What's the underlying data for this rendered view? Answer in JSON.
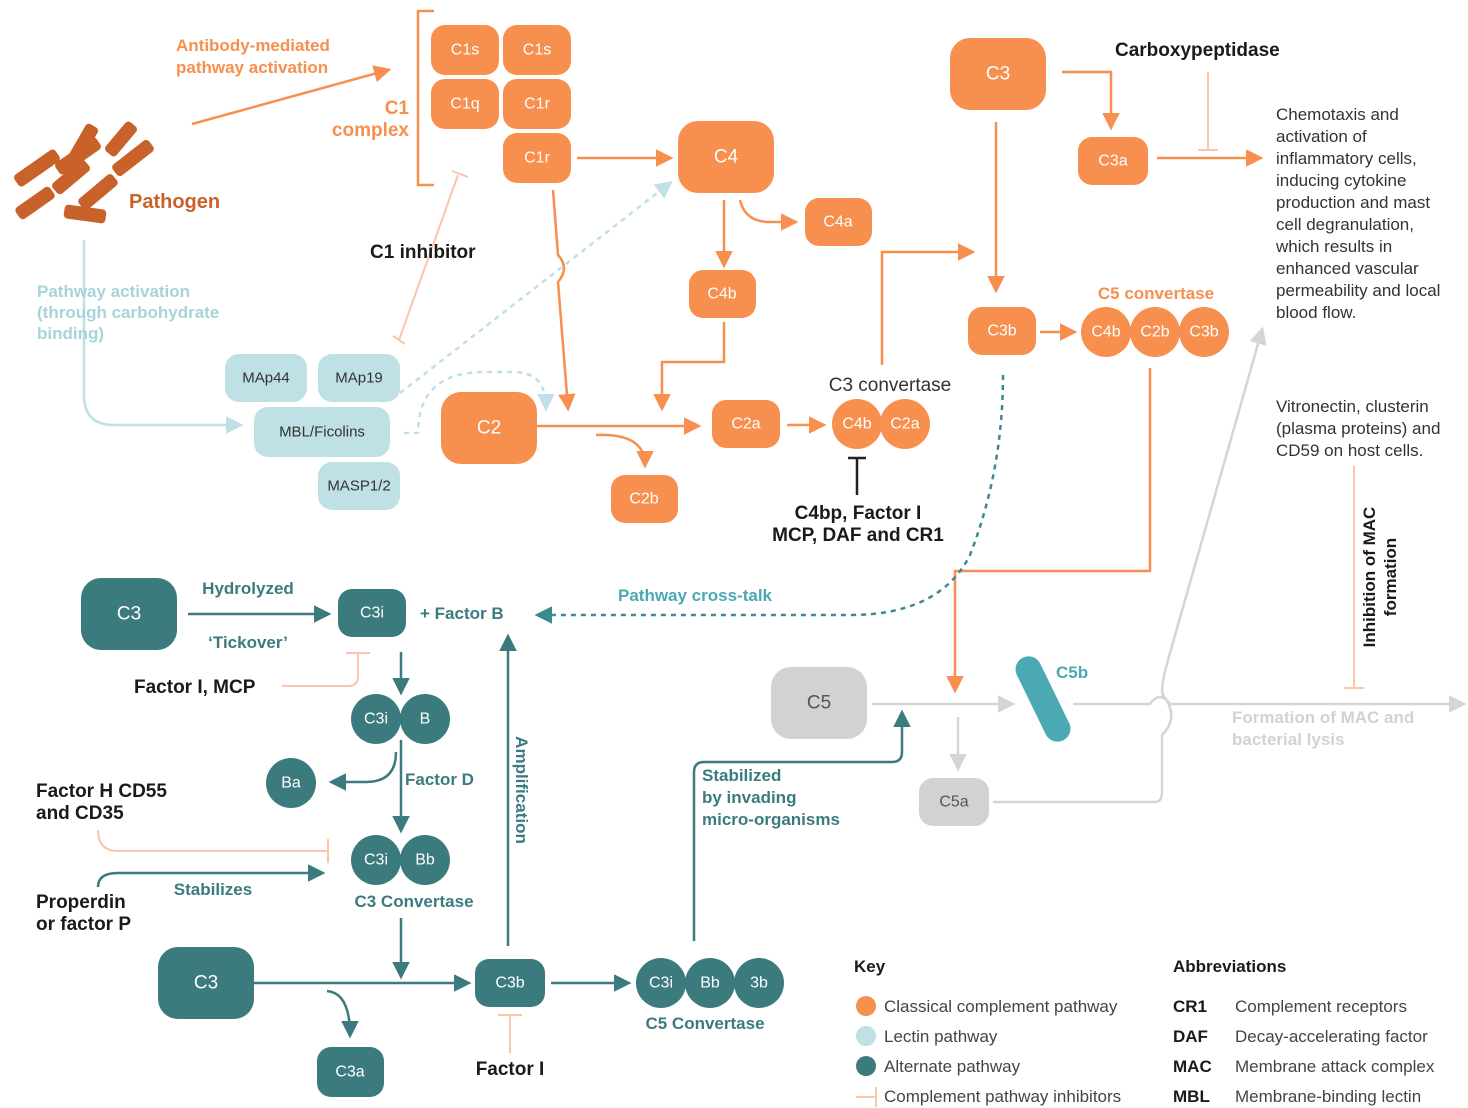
{
  "classical": {
    "antibody_line1": "Antibody-mediated",
    "antibody_line2": "pathway activation",
    "c1_complex_line1": "C1",
    "c1_complex_line2": "complex",
    "c1s_a": "C1s",
    "c1s_b": "C1s",
    "c1q": "C1q",
    "c1r_a": "C1r",
    "c1r_b": "C1r",
    "pathogen": "Pathogen",
    "c1_inhibitor": "C1 inhibitor",
    "c4": "C4",
    "c4a": "C4a",
    "c4b": "C4b",
    "c2": "C2",
    "c2a": "C2a",
    "c2b": "C2b",
    "c3_convertase_title": "C3 convertase",
    "c3conv_c4b": "C4b",
    "c3conv_c2a": "C2a",
    "c4bp_line1": "C4bp, Factor I",
    "c4bp_line2": "MCP, DAF and CR1",
    "c3": "C3",
    "c3a": "C3a",
    "c3b": "C3b",
    "carboxypeptidase": "Carboxypeptidase",
    "c5_convertase_title": "C5 convertase",
    "c5conv_c4b": "C4b",
    "c5conv_c2b": "C2b",
    "c5conv_c3b": "C3b"
  },
  "lectin": {
    "activation_line1": "Pathway activation",
    "activation_line2": "(through carbohydrate",
    "activation_line3": "binding)",
    "map44": "MAp44",
    "map19": "MAp19",
    "mbl": "MBL/Ficolins",
    "masp": "MASP1/2"
  },
  "effects": {
    "chemotaxis": [
      "Chemotaxis and",
      "activation of",
      "inflammatory cells,",
      "inducing cytokine",
      "production and mast",
      "cell degranulation,",
      "which results in",
      "enhanced vascular",
      "permeability and local",
      "blood flow."
    ],
    "vitronectin": [
      "Vitronectin, clusterin",
      "(plasma proteins) and",
      "CD59 on host cells."
    ],
    "inhibition_mac_line1": "Inhibition of MAC",
    "inhibition_mac_line2": "formation",
    "formation_line1": "Formation of MAC and",
    "formation_line2": "bacterial lysis"
  },
  "terminal": {
    "c5": "C5",
    "c5a": "C5a",
    "c5b": "C5b"
  },
  "alternate": {
    "c3_top": "C3",
    "hydrolyzed": "Hydrolyzed",
    "tickover": "‘Tickover’",
    "c3i": "C3i",
    "plus_factor_b": "+ Factor B",
    "factor_i_mcp": "Factor I, MCP",
    "c3ib_c3i": "C3i",
    "c3ib_b": "B",
    "ba": "Ba",
    "factor_d": "Factor D",
    "factor_h_line1": "Factor H CD55",
    "factor_h_line2": "and CD35",
    "c3ibb_c3i": "C3i",
    "c3ibb_bb": "Bb",
    "stabilizes": "Stabilizes",
    "c3_convertase": "C3 Convertase",
    "properdin_line1": "Properdin",
    "properdin_line2": "or factor P",
    "amplification": "Amplification",
    "c3_bottom": "C3",
    "c3b": "C3b",
    "c3a": "C3a",
    "factor_i": "Factor I",
    "c5conv_c3i": "C3i",
    "c5conv_bb": "Bb",
    "c5conv_3b": "3b",
    "c5_convertase": "C5 Convertase",
    "stabilized_line1": "Stabilized",
    "stabilized_line2": "by invading",
    "stabilized_line3": "micro-organisms",
    "cross_talk": "Pathway cross-talk"
  },
  "key": {
    "title": "Key",
    "classical": "Classical complement pathway",
    "lectin": "Lectin pathway",
    "alternate": "Alternate pathway",
    "inhibitors": "Complement pathway inhibitors"
  },
  "abbreviations": {
    "title": "Abbreviations",
    "items": [
      {
        "abbr": "CR1",
        "text": "Complement receptors"
      },
      {
        "abbr": "DAF",
        "text": "Decay-accelerating factor"
      },
      {
        "abbr": "MAC",
        "text": "Membrane attack complex"
      },
      {
        "abbr": "MBL",
        "text": "Membrane-binding lectin"
      }
    ]
  },
  "colors": {
    "classical": "#f78f4f",
    "lectin": "#bfe0e4",
    "alternate": "#3b7b7e",
    "inhibitor": "#f9c6ab",
    "terminal": "#d2d2d2",
    "pathogen": "#c8622a"
  }
}
